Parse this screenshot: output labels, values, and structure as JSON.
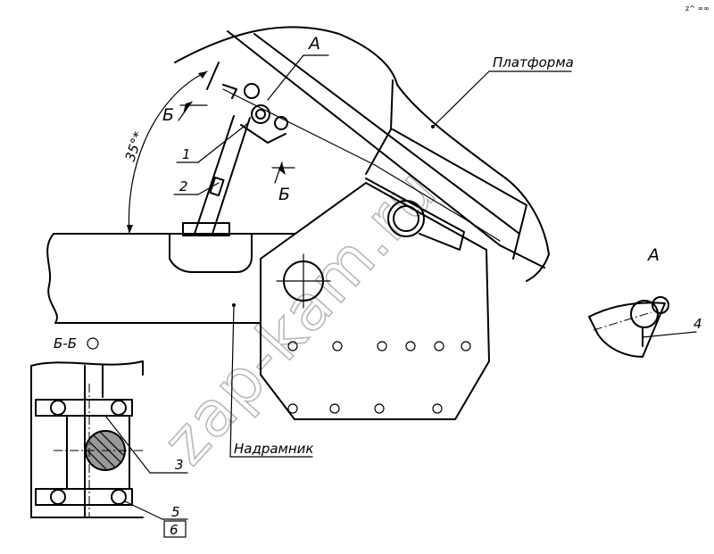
{
  "labels": {
    "view_a_top": "А",
    "view_a_detail": "А",
    "section_b_top": "Б",
    "section_b_bottom": "Б",
    "section_title": "Б-Б",
    "platform": "Платформа",
    "frame": "Надрамник",
    "angle": "35°*",
    "item_1": "1",
    "item_2": "2",
    "item_3": "3",
    "item_4": "4",
    "item_5": "5",
    "item_6": "6"
  },
  "watermark": "zap-kam.ru",
  "corner_mark": "z^ ∞∞"
}
